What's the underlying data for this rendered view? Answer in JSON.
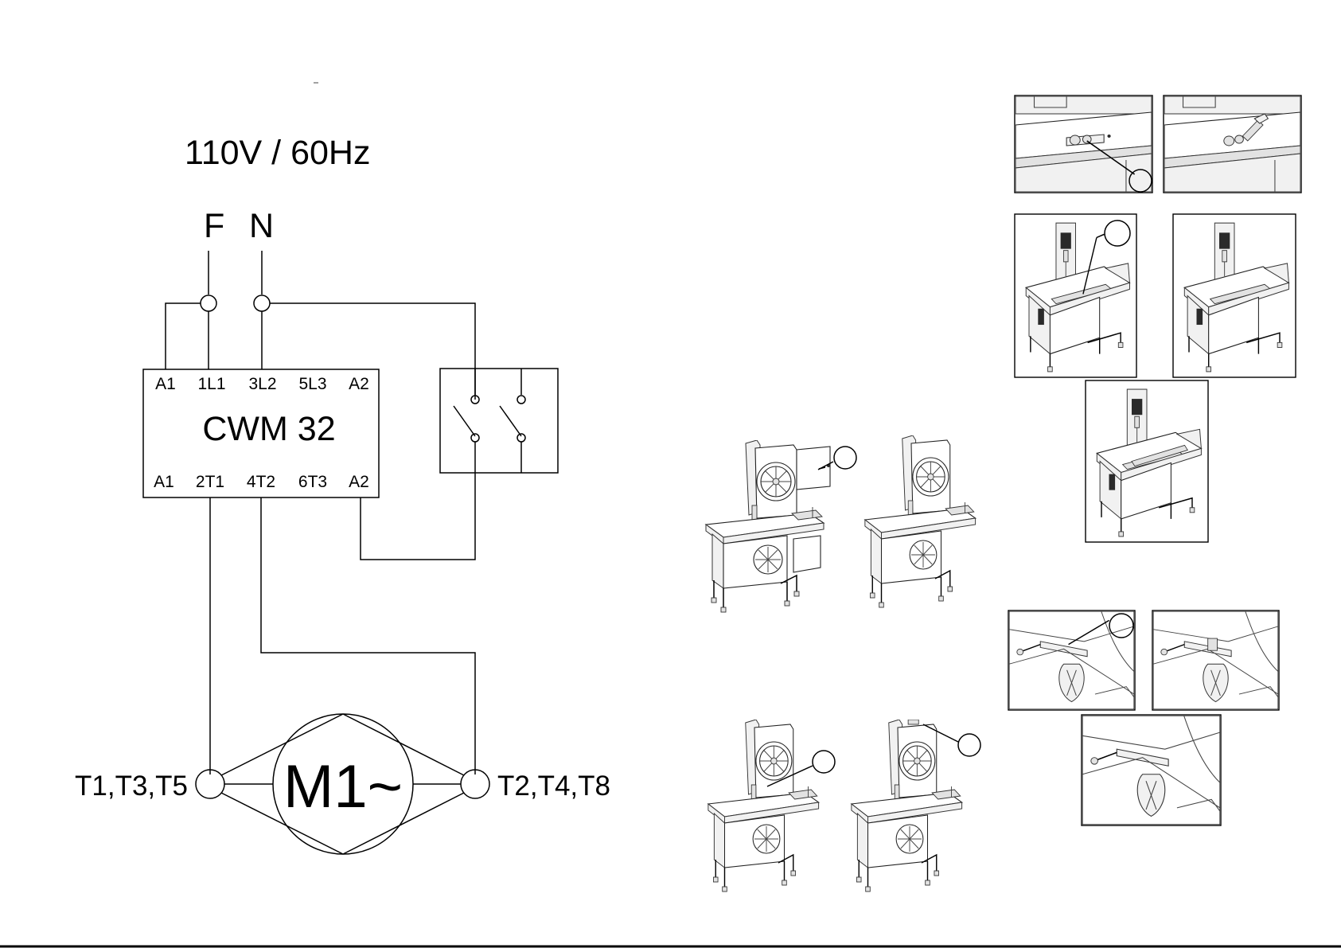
{
  "wiring": {
    "supply": "110V / 60Hz",
    "phase_label": "F",
    "neutral_label": "N",
    "contactor": {
      "name": "CWM 32",
      "top_terminals": [
        "A1",
        "1L1",
        "3L2",
        "5L3",
        "A2"
      ],
      "bottom_terminals": [
        "A1",
        "2T1",
        "4T2",
        "6T3",
        "A2"
      ]
    },
    "motor": {
      "name": "M1~",
      "left_terminals": "T1,T3,T5",
      "right_terminals": "T2,T4,T8"
    }
  }
}
